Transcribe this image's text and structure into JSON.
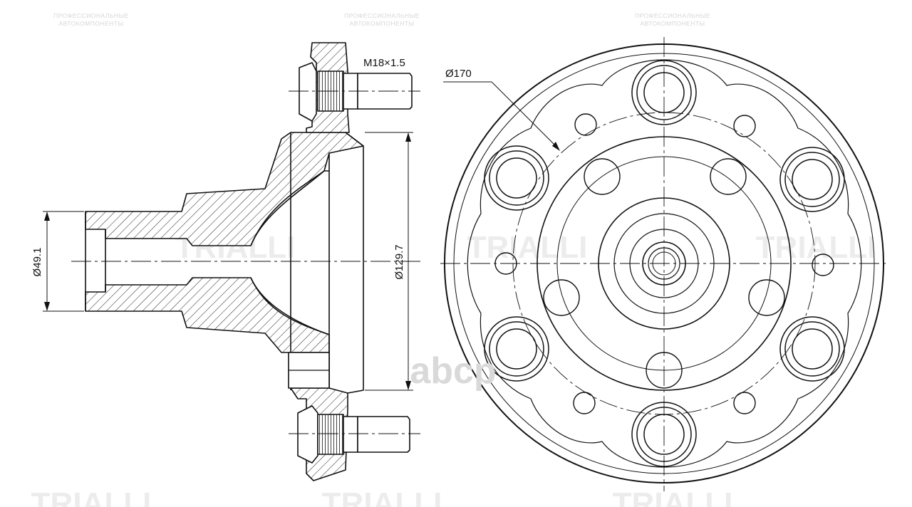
{
  "dimensions": {
    "thread": "M18×1.5",
    "outer_diameter": "Ø170",
    "bore_diameter": "Ø129.7",
    "shaft_diameter": "Ø49.1"
  },
  "watermark": {
    "caption_line1": "ПРОФЕССИОНАЛЬНЫЕ",
    "caption_line2": "АВТОКОМПОНЕНТЫ",
    "logo_text": "TRIALLI",
    "brand_text": "abcp"
  }
}
